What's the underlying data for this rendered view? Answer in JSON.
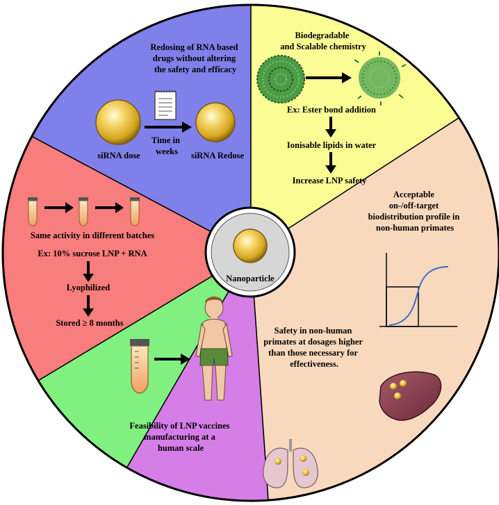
{
  "title": "",
  "center": {
    "label": "Nanoparticle"
  },
  "segments": {
    "redosing": {
      "color": "#8080ea",
      "title_lines": [
        "Redosing of RNA based",
        "drugs without altering",
        "the safety and efficacy"
      ],
      "dose_label": "siRNA dose",
      "time_lines": [
        "Time in",
        "weeks"
      ],
      "redose_label": "siRNA Redose"
    },
    "biodegradable": {
      "color": "#fcfc95",
      "title_lines": [
        "Biodegradable",
        "and Scalable chemistry"
      ],
      "example": "Ex: Ester bond addition",
      "step1": "Ionisable lipids in water",
      "step2": "Increase LNP safety"
    },
    "biodistribution": {
      "color": "#f9d9bd",
      "title_lines": [
        "Acceptable",
        "on-/off-target",
        "biodistribution profile in",
        "non-human primates"
      ]
    },
    "safety": {
      "color": "#d57ee8",
      "title_lines": [
        "Safety in non-human",
        "primates at dosages higher",
        "than those necessary for",
        "effectiveness."
      ]
    },
    "manufacturing": {
      "color": "#80f080",
      "title_lines": [
        "Feasibility of LNP vaccines",
        "manufacturing at a",
        "human scale"
      ]
    },
    "stability": {
      "color": "#f87d7d",
      "title": "Same activity in different batches",
      "example": "Ex: 10% sucrose LNP + RNA",
      "step1": "Lyophilized",
      "step2": "Stored ≥ 8 months"
    }
  },
  "icons": [
    "nanoparticle-icon",
    "document-icon",
    "lipid-mesh-icon",
    "sigmoid-graph-icon",
    "liver-icon",
    "lungs-icon",
    "child-figure-icon",
    "tube-icon",
    "arrow-icon"
  ]
}
